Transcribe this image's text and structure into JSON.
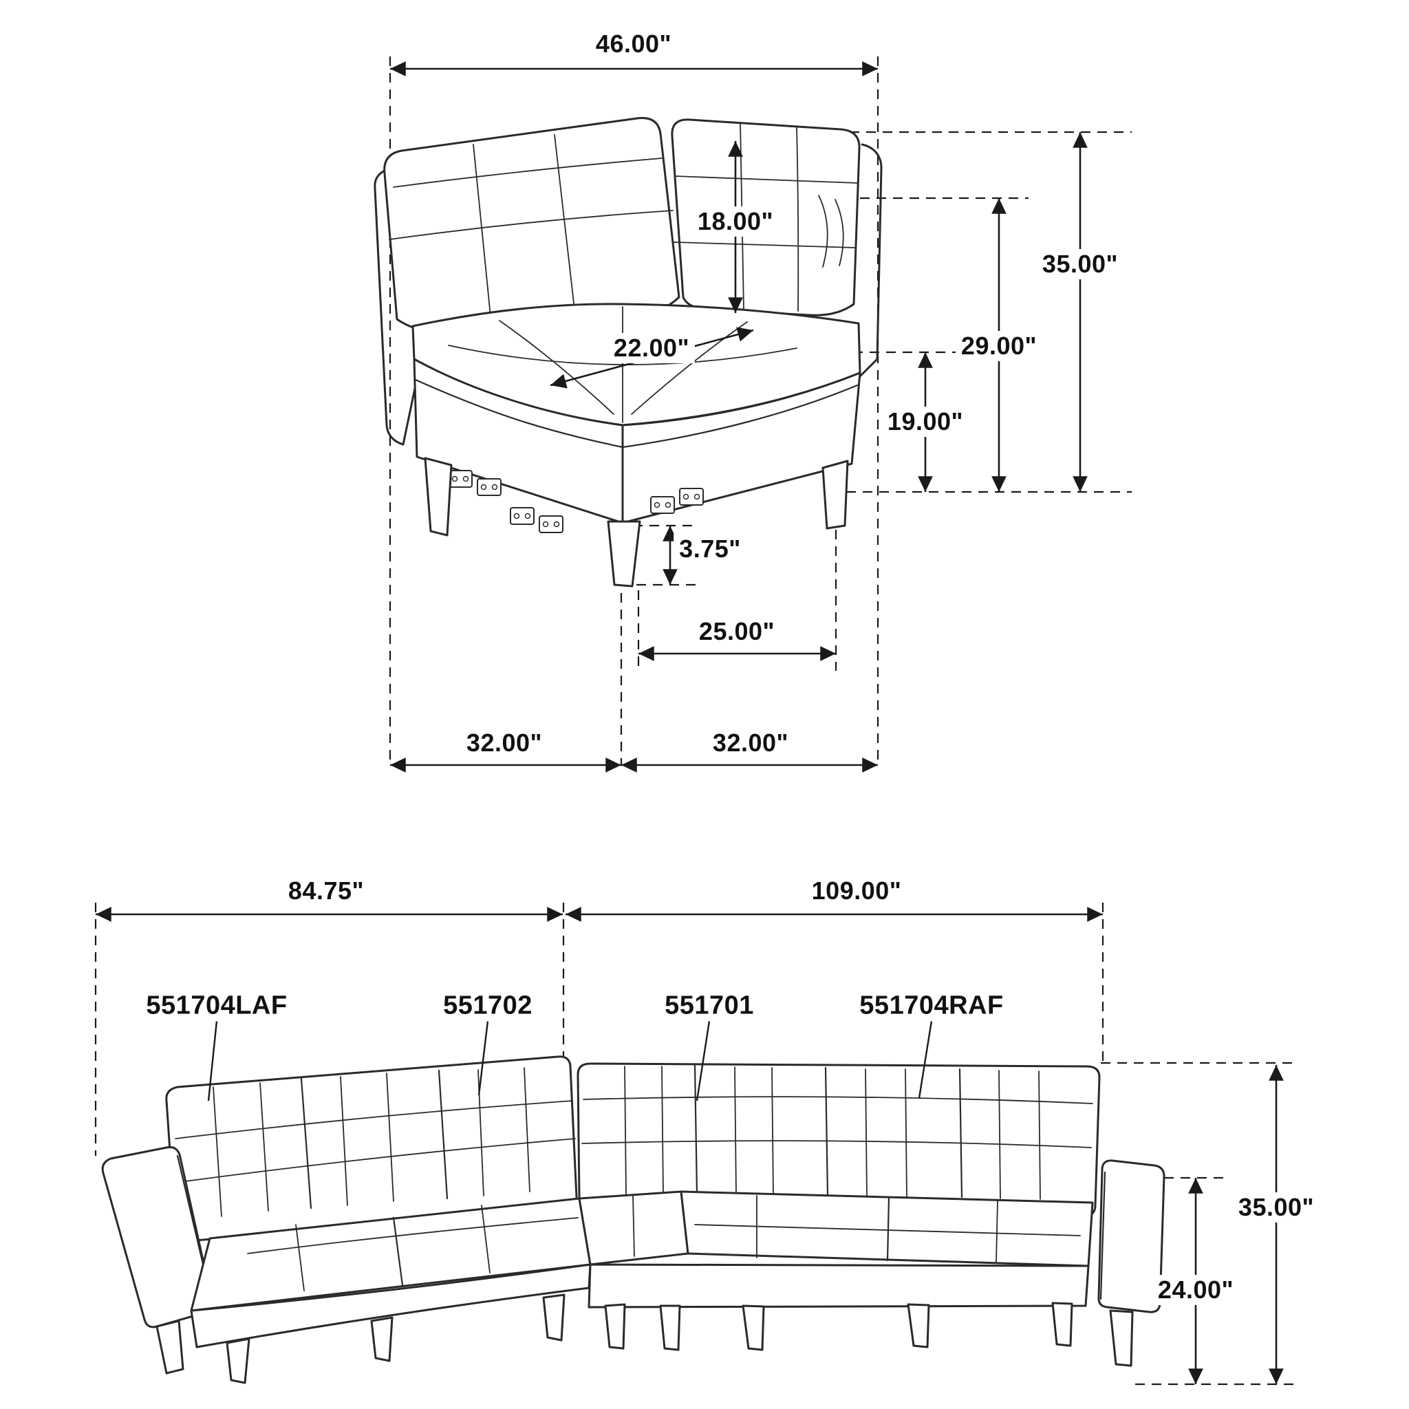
{
  "corner_view": {
    "dims": {
      "top_width": "46.00\"",
      "back_cushion": "18.00\"",
      "overall_height": "35.00\"",
      "back_height": "29.00\"",
      "seat_depth": "22.00\"",
      "seat_height": "19.00\"",
      "leg_height": "3.75\"",
      "leg_span": "25.00\"",
      "left_width": "32.00\"",
      "right_width": "32.00\""
    }
  },
  "sectional_view": {
    "dims": {
      "left_span": "84.75\"",
      "right_span": "109.00\"",
      "overall_height": "35.00\"",
      "arm_height": "24.00\""
    },
    "parts": [
      {
        "sku": "551704LAF"
      },
      {
        "sku": "551702"
      },
      {
        "sku": "551701"
      },
      {
        "sku": "551704RAF"
      }
    ]
  },
  "style": {
    "line_color": "#1a1a1a"
  }
}
